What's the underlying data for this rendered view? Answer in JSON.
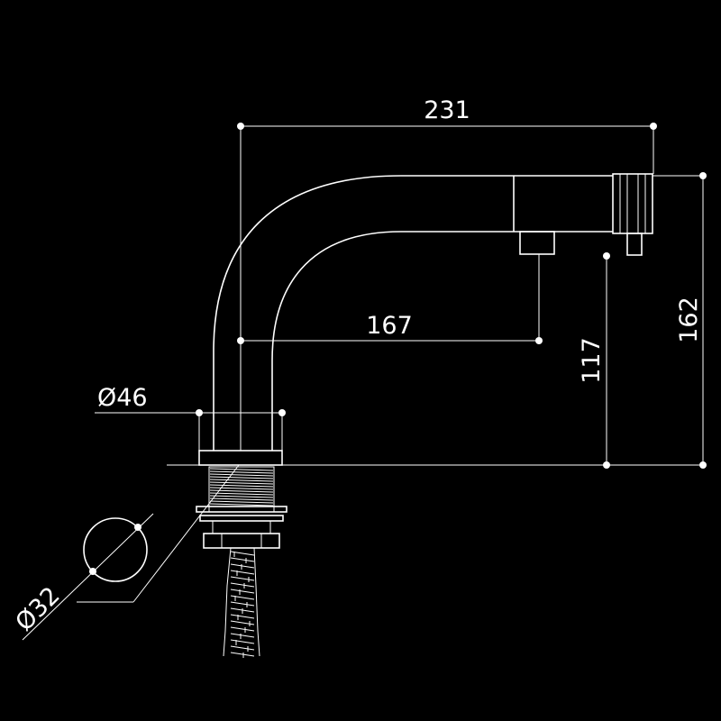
{
  "dimensions": {
    "overall_length": "231",
    "outlet_reach": "167",
    "outlet_height": "117",
    "overall_height": "162",
    "base_diameter": "Ø46",
    "shank_diameter": "Ø32"
  },
  "colors": {
    "background": "#000000",
    "lines": "#ffffff"
  }
}
